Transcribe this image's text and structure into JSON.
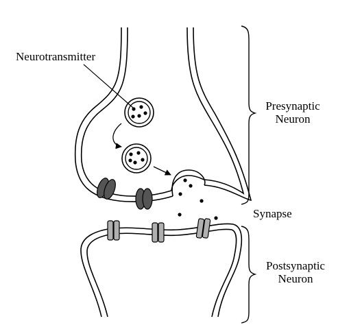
{
  "labels": {
    "neurotransmitter": "Neurotransmitter",
    "presynaptic_line1": "Presynaptic",
    "presynaptic_line2": "Neuron",
    "synapse": "Synapse",
    "postsynaptic_line1": "Postsynaptic",
    "postsynaptic_line2": "Neuron"
  },
  "colors": {
    "outline": "#000000",
    "dark_channel": "#555555",
    "receptor": "#b0b0b0",
    "background": "#ffffff"
  }
}
